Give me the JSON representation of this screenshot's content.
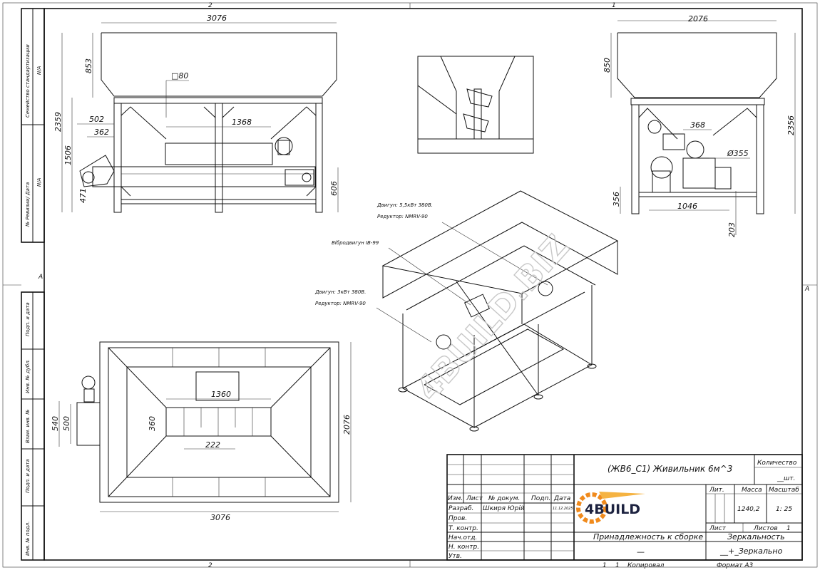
{
  "sheet": {
    "zones_top": [
      "2",
      "1"
    ],
    "zones_bottom": [
      "2",
      "1"
    ],
    "zone_side": "A",
    "watermark": "4BUILD.BIZ"
  },
  "side_stamp": {
    "upper": [
      {
        "label": "Семейство стандартизации",
        "value": "N/A"
      },
      {
        "label": "№ Ревизии/ Дата",
        "value": "N/A"
      }
    ],
    "lower": [
      "Подп. и дата",
      "Инв. № дубл.",
      "Взам. инв. №",
      "Подп. и дата",
      "Инв. № подл."
    ]
  },
  "front_view": {
    "dims": {
      "width": "3076",
      "hopper_h": "853",
      "total_h": "2359",
      "frame_h": "1506",
      "tube": "□80",
      "d502": "502",
      "d362": "362",
      "d1368": "1368",
      "d471": "471",
      "d606": "606"
    }
  },
  "side_view": {
    "dims": {
      "width": "2076",
      "hopper_h": "850",
      "total_h": "2356",
      "d368": "368",
      "diam": "Ø355",
      "d356": "356",
      "d1046": "1046",
      "d203": "203"
    }
  },
  "top_view": {
    "dims": {
      "length": "3076",
      "width": "2076",
      "d1360": "1360",
      "d360": "360",
      "d222": "222",
      "d540": "540",
      "d500": "500"
    }
  },
  "iso_view": {
    "callouts": [
      {
        "line1": "Двигун: 5,5кВт 380В.",
        "line2": "Редуктор: NMRV-90"
      },
      {
        "line1": "Вібродвигун ІВ-99"
      },
      {
        "line1": "Двигун: 3кВт 380В.",
        "line2": "Редуктор: NMRV-90"
      }
    ]
  },
  "title_block": {
    "title": "(ЖВ6_С1) Живильник 6м^3",
    "quantity_label": "Количество",
    "quantity_value": "__шт.",
    "col_headers": [
      "Изм.",
      "Лист",
      "№ докум.",
      "Подп.",
      "Дата"
    ],
    "rows": [
      {
        "role": "Разраб.",
        "name": "Шкиря Юрій",
        "date": "11.12.2025"
      },
      {
        "role": "Пров."
      },
      {
        "role": "Т. контр."
      },
      {
        "role": "Нач.отд."
      },
      {
        "role": "Н. контр."
      },
      {
        "role": "Утв."
      }
    ],
    "logo_text": "4BUILD",
    "brand_color": "#f08a1c",
    "lit_label": "Лит.",
    "mass_label": "Масса",
    "mass_value": "1240,2",
    "scale_label": "Масштаб",
    "scale_value": "1: 25",
    "sheet_label": "Лист",
    "sheets_label": "Листов",
    "sheets_value": "1",
    "assembly_label": "Принадлежность к сборке",
    "assembly_value": "—",
    "mirror_label": "Зеркальность",
    "mirror_value": "__+_Зеркально",
    "copied_num": "1",
    "copied_label": "Копировал",
    "format_label": "Формат А3"
  }
}
